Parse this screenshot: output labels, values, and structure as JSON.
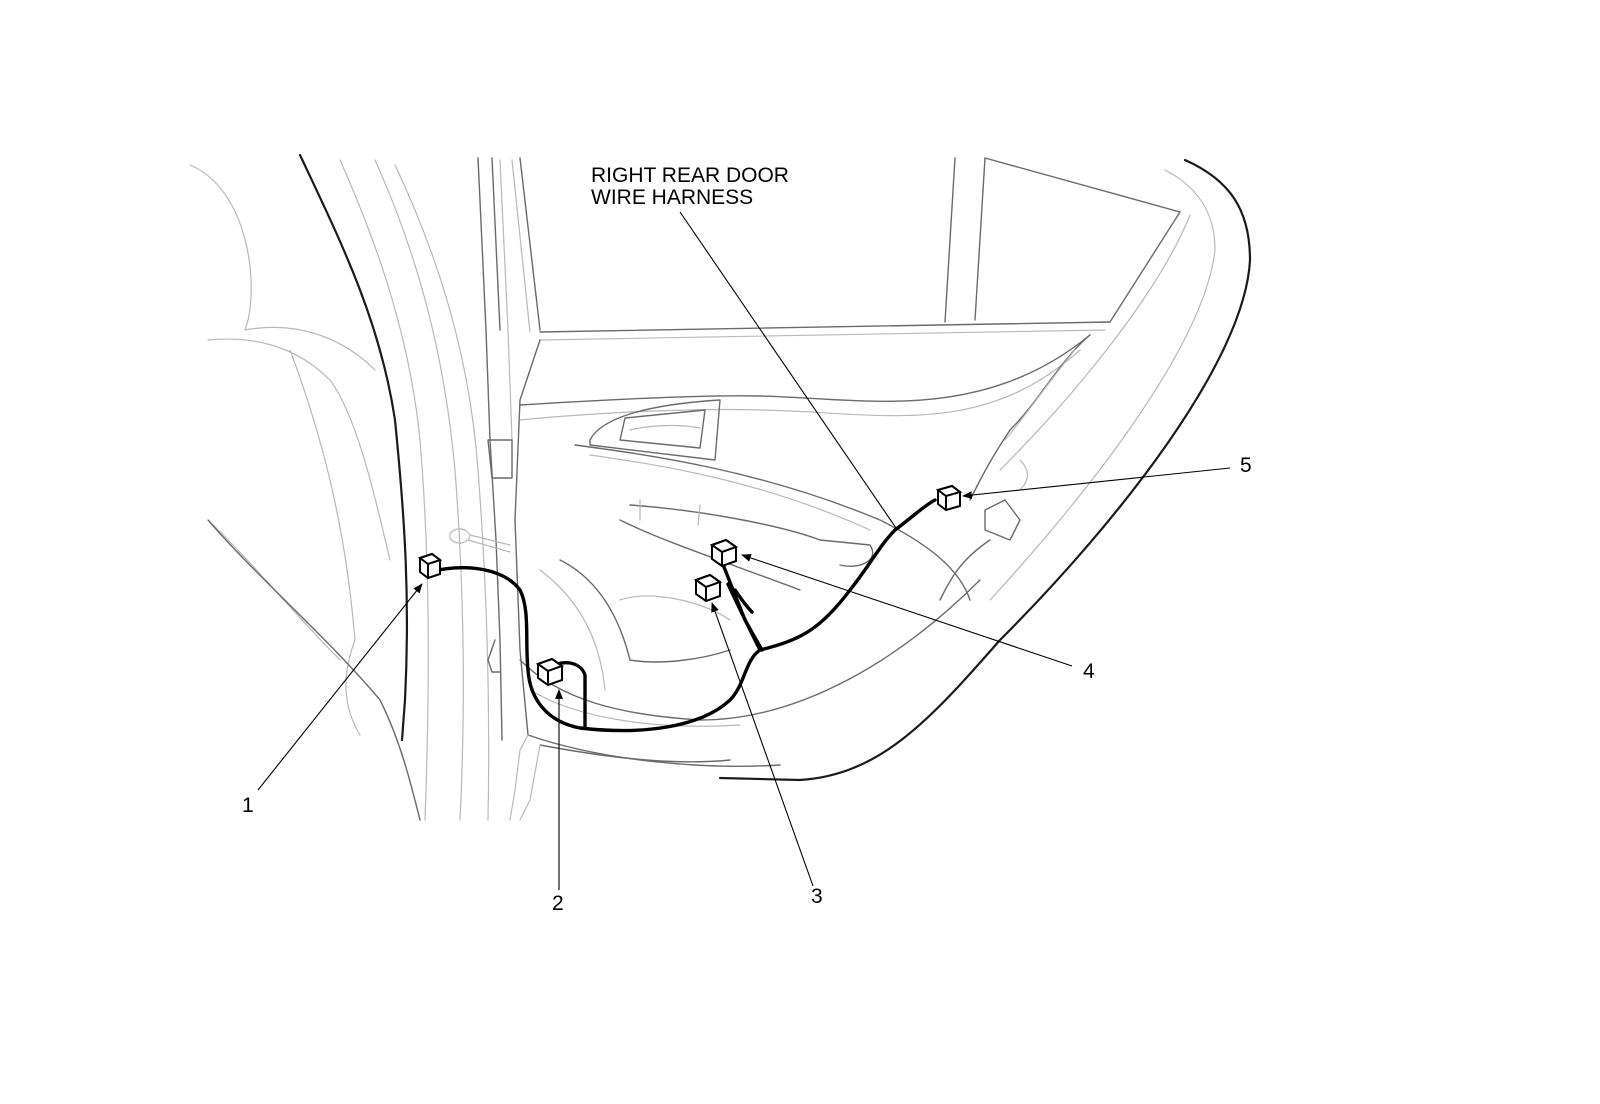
{
  "harness_label": {
    "line1": "RIGHT REAR DOOR",
    "line2": "WIRE HARNESS"
  },
  "callouts": [
    {
      "id": "1",
      "text": "1"
    },
    {
      "id": "2",
      "text": "2"
    },
    {
      "id": "3",
      "text": "3"
    },
    {
      "id": "4",
      "text": "4"
    },
    {
      "id": "5",
      "text": "5"
    }
  ]
}
